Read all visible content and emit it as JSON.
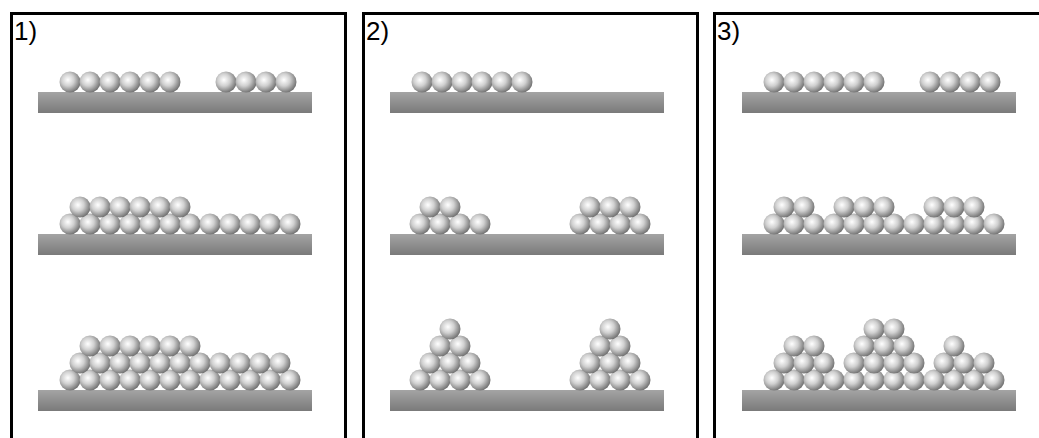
{
  "diagram": {
    "nodes": [
      {
        "text": [
          "1)"
        ]
      },
      {
        "text": [
          "2)"
        ]
      },
      {
        "text": [
          "3)"
        ]
      }
    ]
  }
}
